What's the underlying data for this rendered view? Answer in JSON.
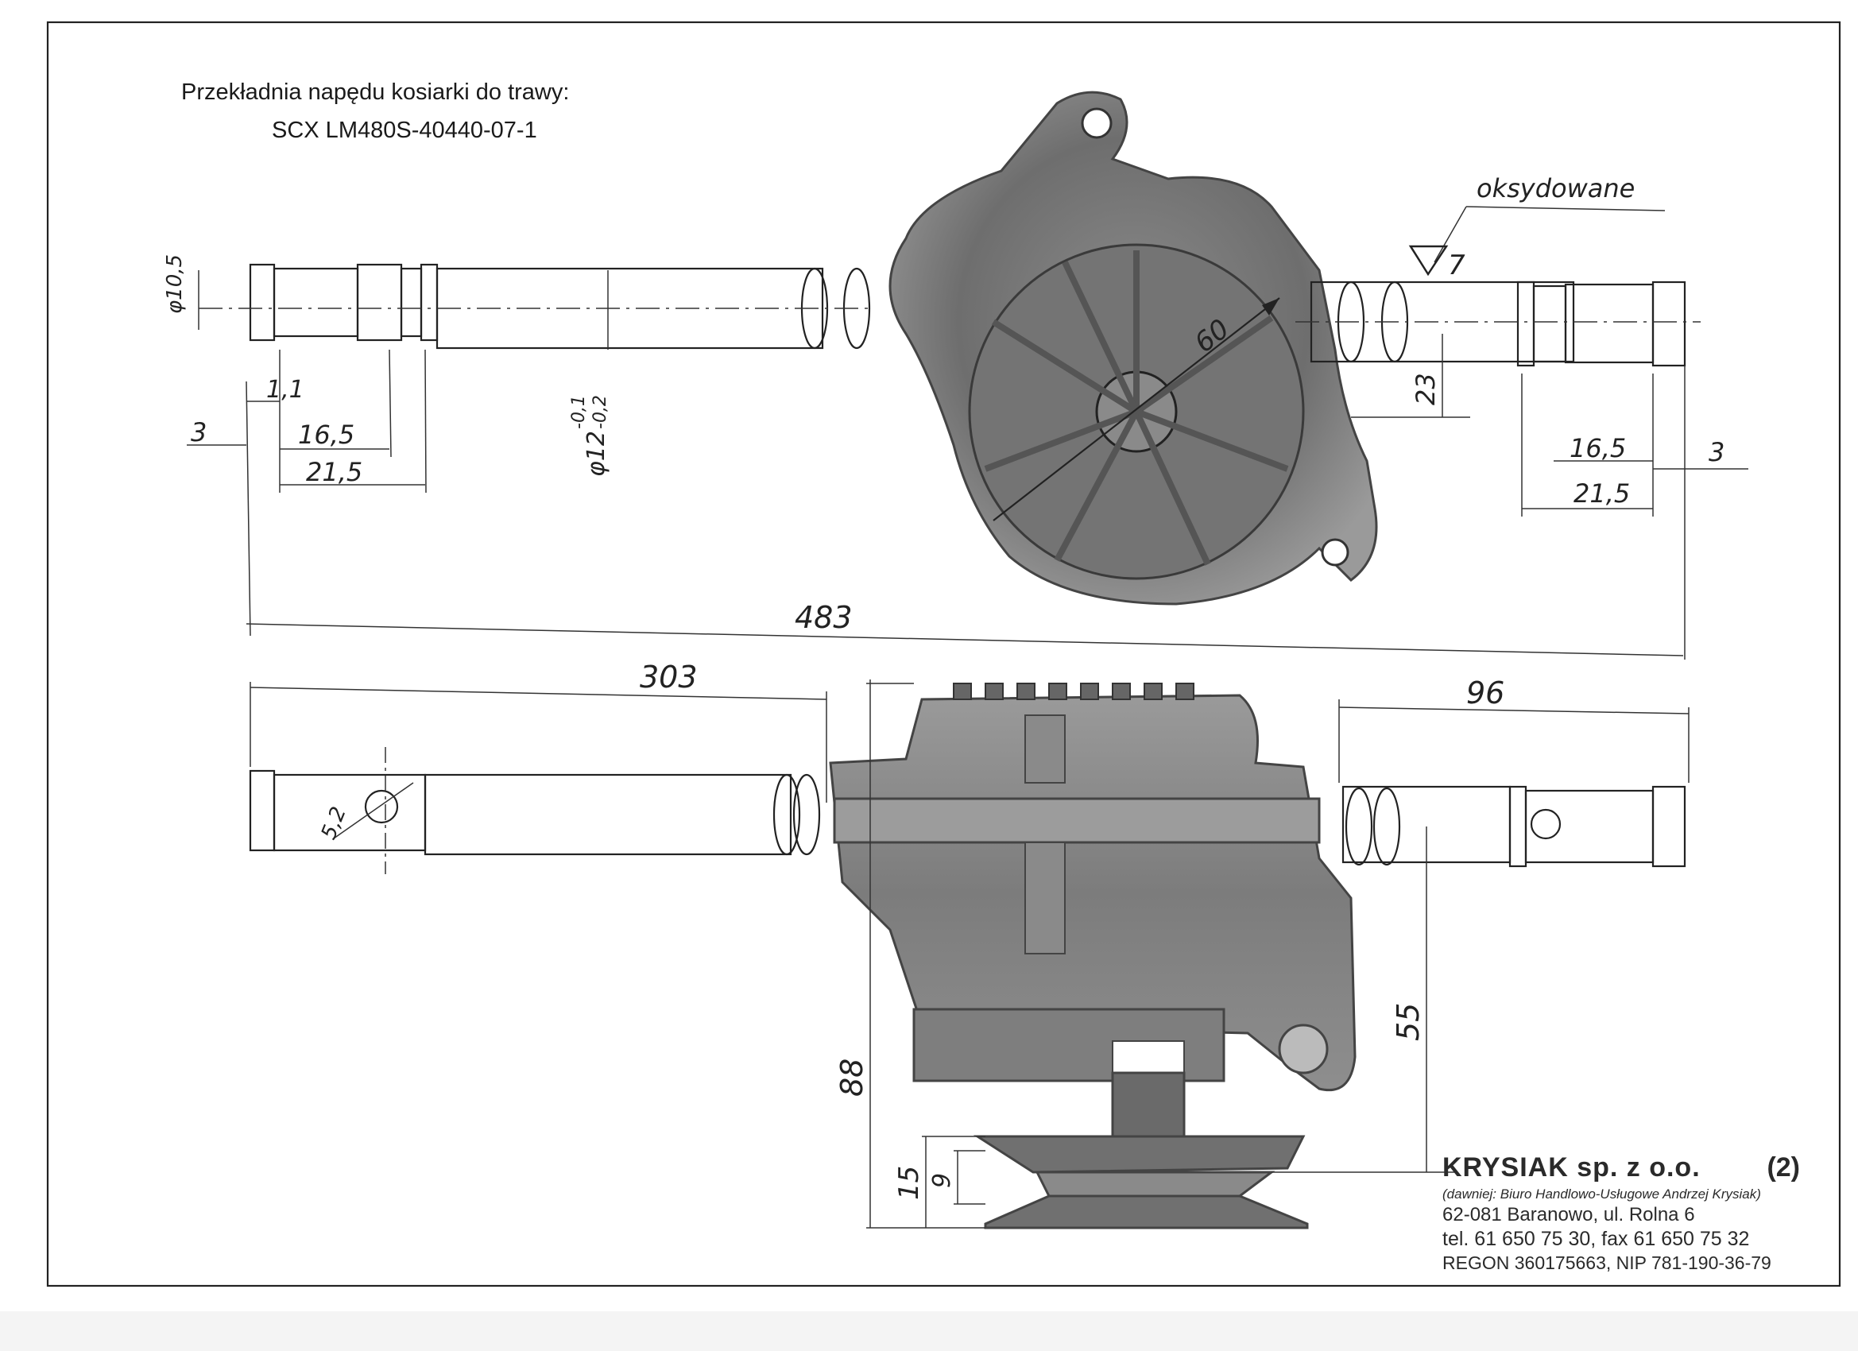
{
  "title": {
    "line1": "Przekładnia napędu kosiarki do trawy:",
    "line2": "SCX LM480S-40440-07-1"
  },
  "annotations": {
    "surface_note": "oksydowane",
    "roughness": "7"
  },
  "dimensions": {
    "d_groove": "φ10,5",
    "d_shaft": "φ12",
    "d_shaft_tol_upper": "-0,1",
    "d_shaft_tol_lower": "-0,2",
    "groove_width": "1,1",
    "end_left": "3",
    "groove_pos_left": "16,5",
    "flat_len_left": "21,5",
    "hub_dia": "60",
    "axis_height": "23",
    "groove_pos_right": "16,5",
    "end_right": "3",
    "flat_len_right": "21,5",
    "overall_length": "483",
    "left_length": "303",
    "right_length": "96",
    "hole_dia": "5,2",
    "height_total": "88",
    "pulley_height": "55",
    "pulley_width": "15",
    "groove_depth": "9"
  },
  "company": {
    "name": "KRYSIAK sp. z o.o.",
    "sheet": "(2)",
    "formerly": "(dawniej: Biuro Handlowo-Usługowe Andrzej Krysiak)",
    "address": "62-081 Baranowo, ul. Rolna 6",
    "phone": "tel. 61 650 75 30, fax 61 650 75 32",
    "registry": "REGON 360175663, NIP 781-190-36-79"
  }
}
